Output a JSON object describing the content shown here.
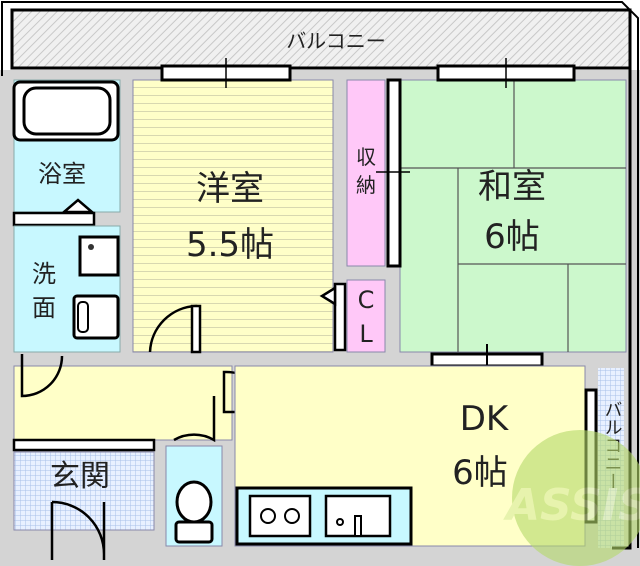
{
  "floorplan": {
    "balcony_top": "バルコニー",
    "balcony_side": "バルコニー",
    "bathroom": "浴室",
    "washroom_line1": "洗",
    "washroom_line2": "面",
    "western_room": {
      "name": "洋室",
      "size": "5.5帖"
    },
    "storage_line1": "収",
    "storage_line2": "納",
    "closet_line1": "C",
    "closet_line2": "L",
    "japanese_room": {
      "name": "和室",
      "size": "6帖"
    },
    "dk": {
      "name": "DK",
      "size": "6帖"
    },
    "entrance": "玄関"
  },
  "watermark": "ASSIST",
  "colors": {
    "western_room": "#ffffc8",
    "japanese_room": "#ccf8cc",
    "storage": "#ffc8f8",
    "wet_area": "#c8f8ff",
    "dk": "#ffffc8",
    "wall": "#d4d4d4",
    "watermark": "#9acd32"
  }
}
